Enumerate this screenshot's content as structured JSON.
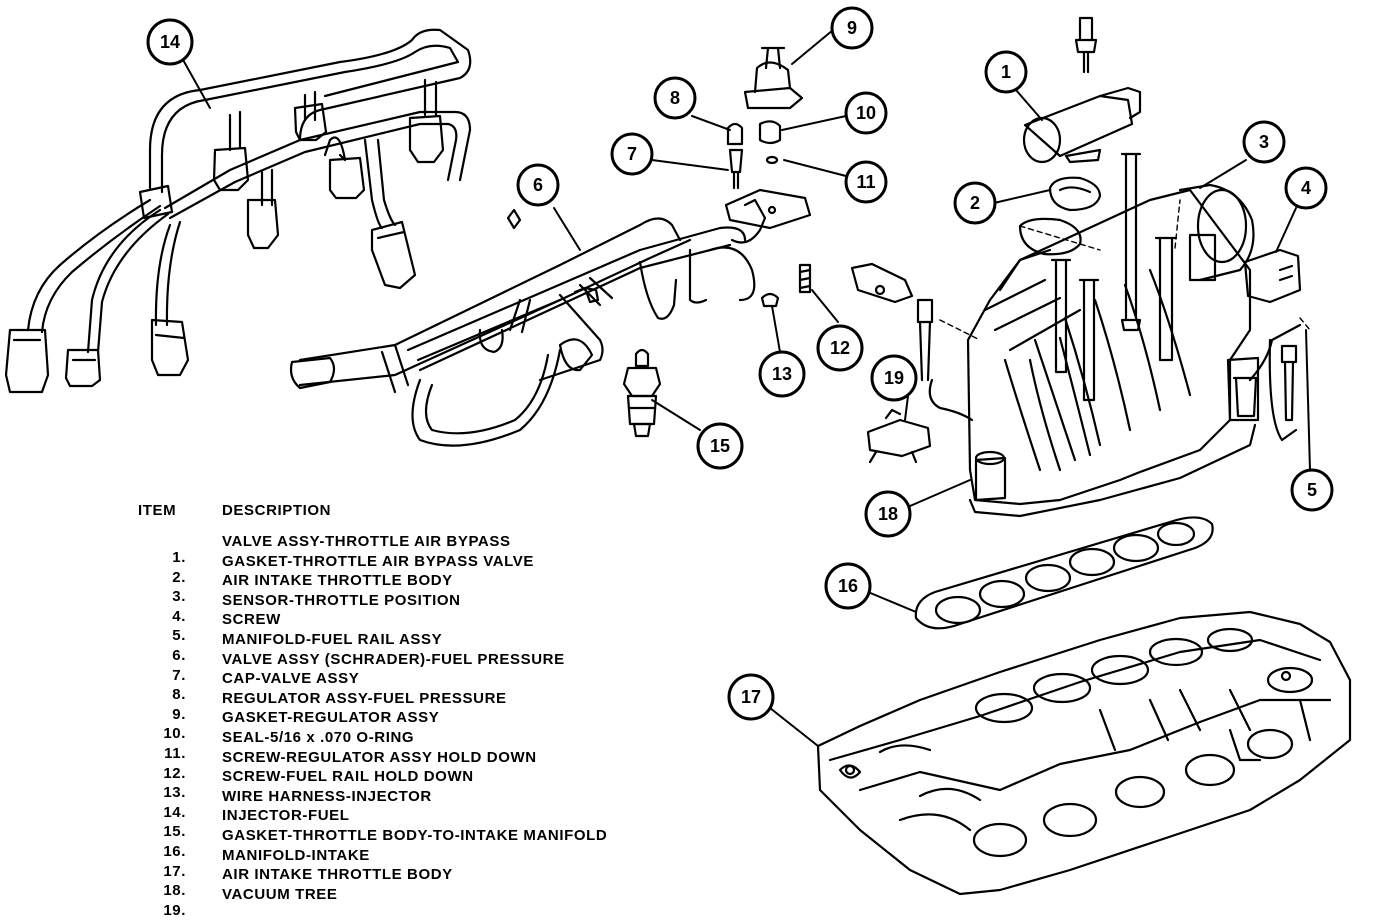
{
  "callouts": [
    {
      "n": "1"
    },
    {
      "n": "2"
    },
    {
      "n": "3"
    },
    {
      "n": "4"
    },
    {
      "n": "5"
    },
    {
      "n": "6"
    },
    {
      "n": "7"
    },
    {
      "n": "8"
    },
    {
      "n": "9"
    },
    {
      "n": "10"
    },
    {
      "n": "11"
    },
    {
      "n": "12"
    },
    {
      "n": "13"
    },
    {
      "n": "14"
    },
    {
      "n": "15"
    },
    {
      "n": "16"
    },
    {
      "n": "17"
    },
    {
      "n": "18"
    },
    {
      "n": "19"
    }
  ],
  "legend": {
    "header_item": "ITEM",
    "header_description": "DESCRIPTION",
    "numbers": [
      "1.",
      "2.",
      "3.",
      "4.",
      "5.",
      "6.",
      "7.",
      "8.",
      "9.",
      "10.",
      "11.",
      "12.",
      "13.",
      "14.",
      "15.",
      "16.",
      "17.",
      "18.",
      "19."
    ],
    "descriptions": [
      "VALVE ASSY-THROTTLE AIR BYPASS",
      "GASKET-THROTTLE AIR BYPASS VALVE",
      "AIR INTAKE THROTTLE BODY",
      "SENSOR-THROTTLE POSITION",
      "SCREW",
      "MANIFOLD-FUEL RAIL ASSY",
      "VALVE ASSY (SCHRADER)-FUEL PRESSURE",
      "CAP-VALVE ASSY",
      "REGULATOR ASSY-FUEL PRESSURE",
      "GASKET-REGULATOR ASSY",
      "SEAL-5/16 x .070 O-RING",
      "SCREW-REGULATOR ASSY HOLD DOWN",
      "SCREW-FUEL RAIL HOLD DOWN",
      "WIRE HARNESS-INJECTOR",
      "INJECTOR-FUEL",
      "GASKET-THROTTLE BODY-TO-INTAKE MANIFOLD",
      "MANIFOLD-INTAKE",
      "AIR INTAKE THROTTLE BODY",
      "VACUUM TREE"
    ]
  },
  "colors": {
    "ink": "#000000",
    "paper": "#ffffff"
  }
}
